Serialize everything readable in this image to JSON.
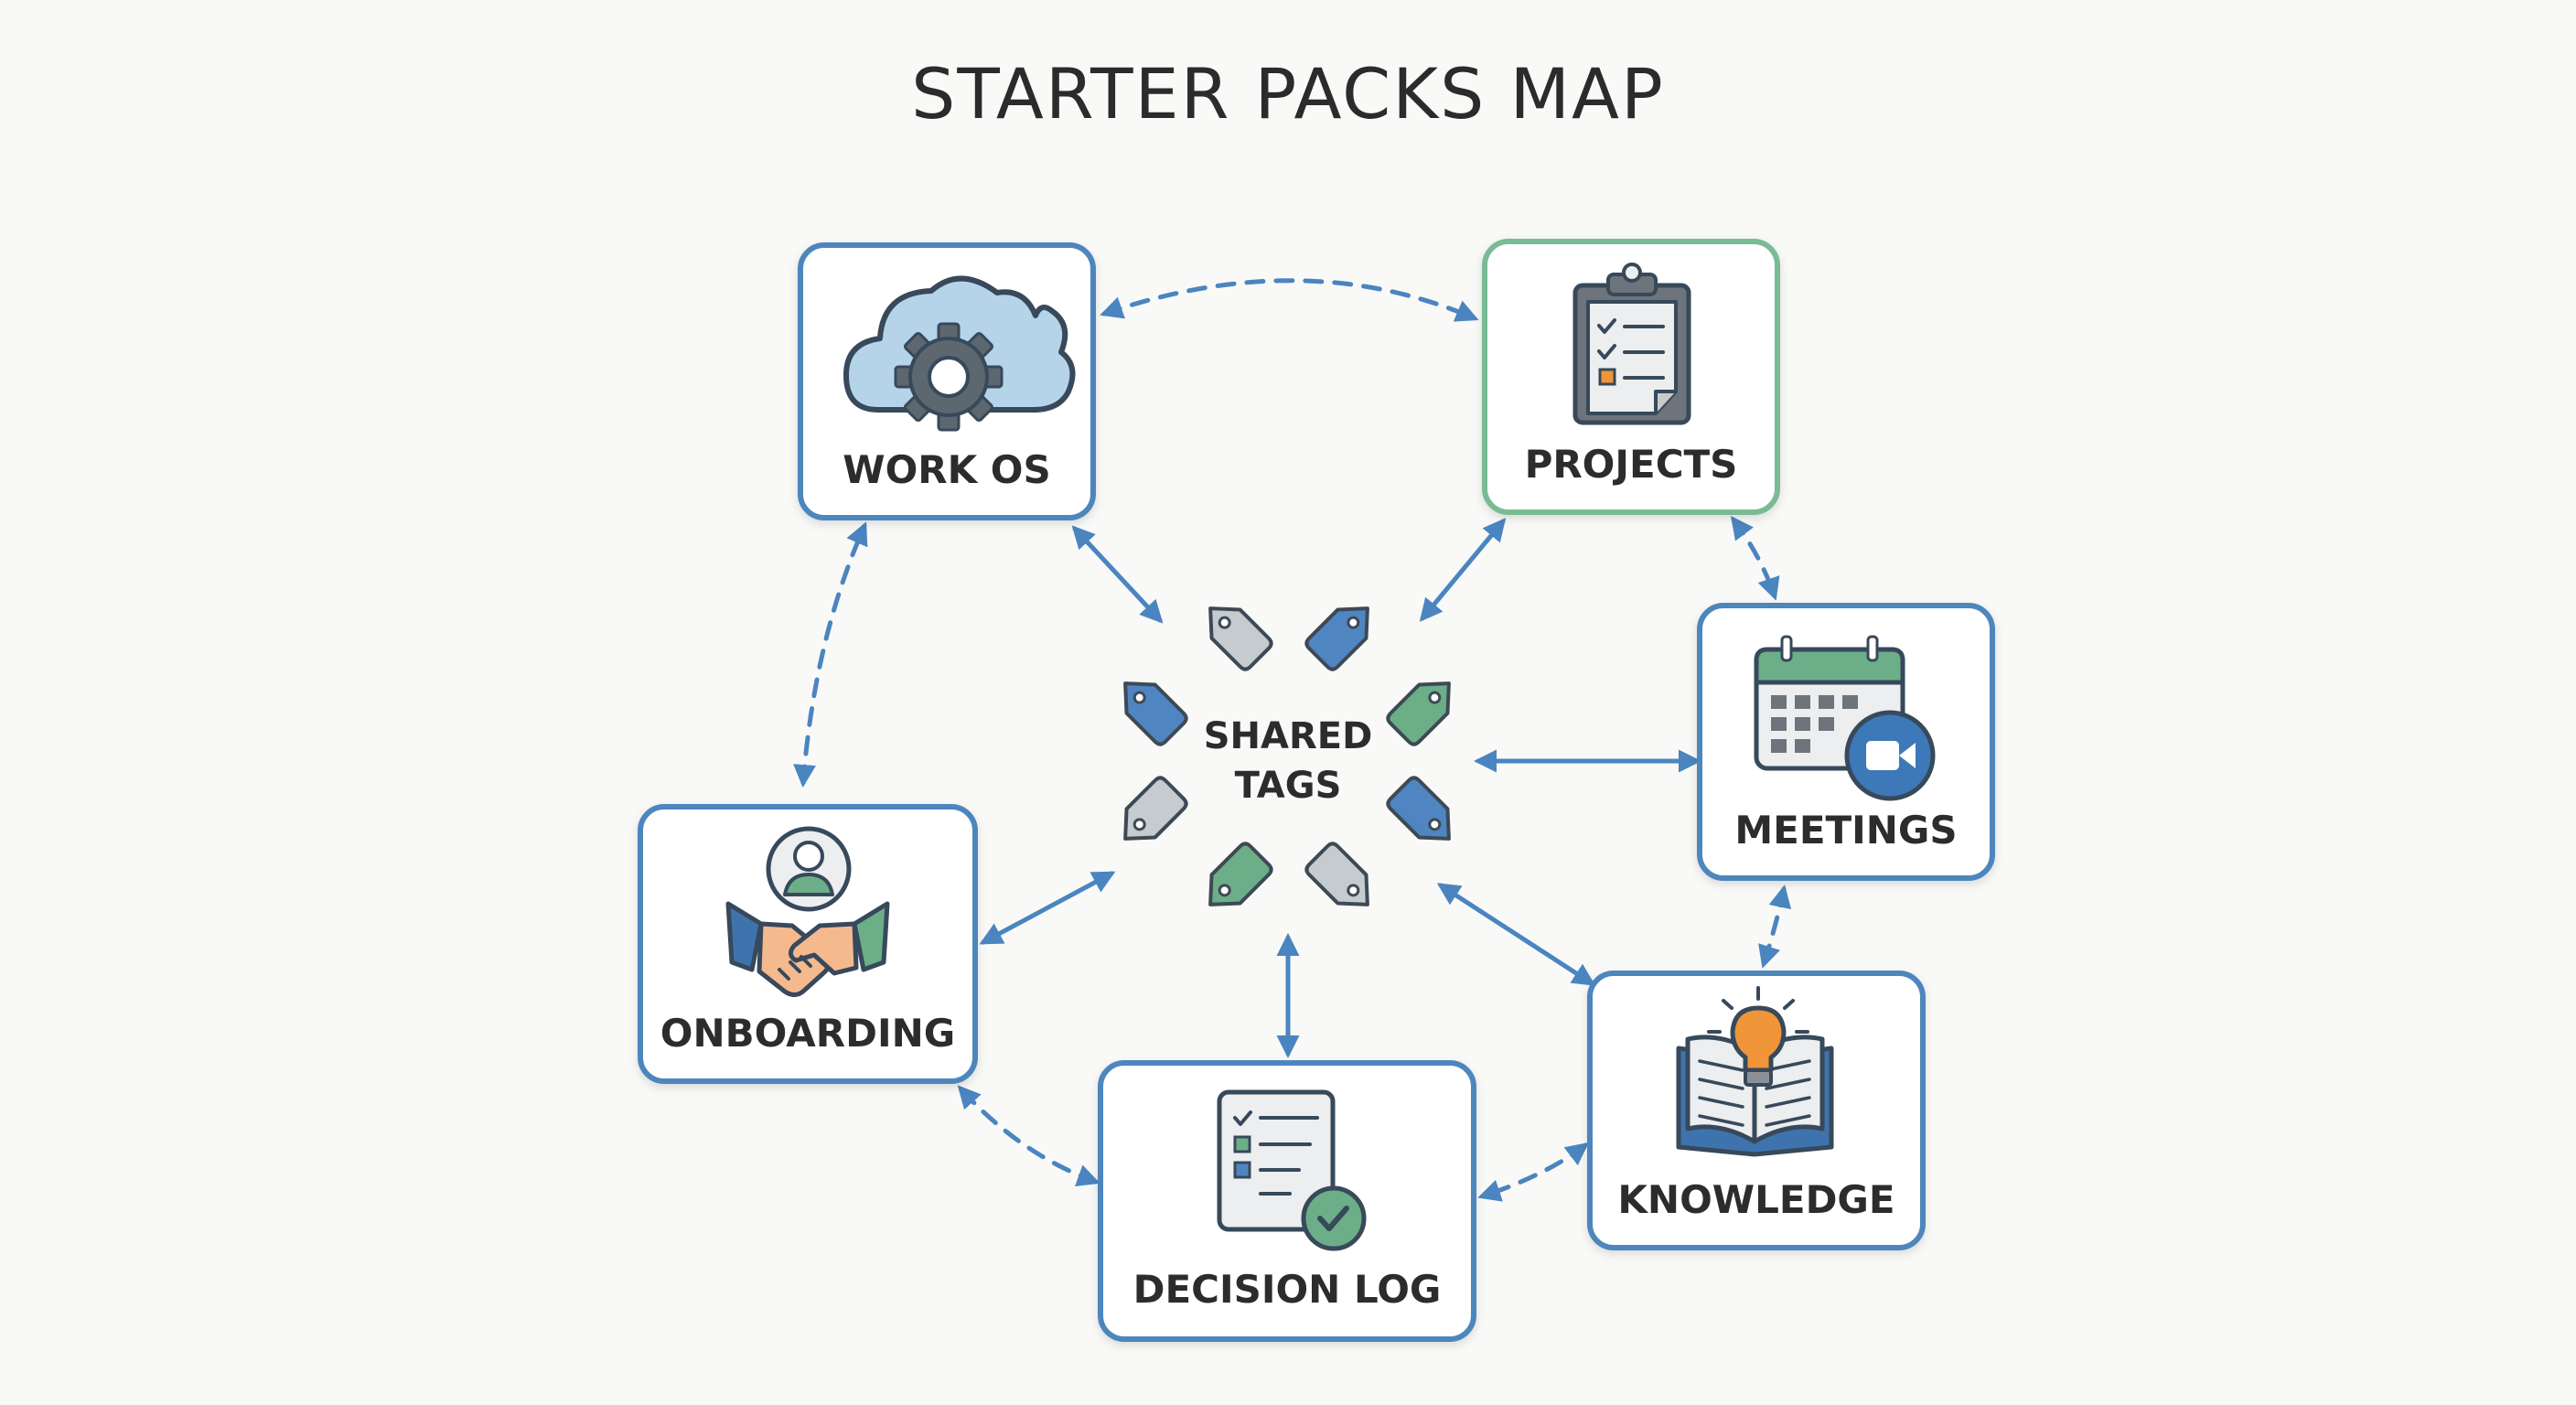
{
  "title": "STARTER PACKS MAP",
  "center": {
    "line1": "SHARED",
    "line2": "TAGS"
  },
  "nodes": {
    "work_os": {
      "label": "WORK OS",
      "icon": "cloud-gear-icon"
    },
    "projects": {
      "label": "PROJECTS",
      "icon": "clipboard-checklist-icon"
    },
    "meetings": {
      "label": "MEETINGS",
      "icon": "calendar-video-icon"
    },
    "knowledge": {
      "label": "KNOWLEDGE",
      "icon": "book-lightbulb-icon"
    },
    "decision_log": {
      "label": "DECISION LOG",
      "icon": "checklist-check-icon"
    },
    "onboarding": {
      "label": "ONBOARDING",
      "icon": "handshake-user-icon"
    }
  },
  "colors": {
    "node_border": "#4d86bd",
    "projects_border": "#79bb95",
    "arrow": "#4a85c0",
    "tag_blue": "#4f86c2",
    "tag_green": "#6cae88",
    "tag_gray": "#c5cbcf"
  }
}
